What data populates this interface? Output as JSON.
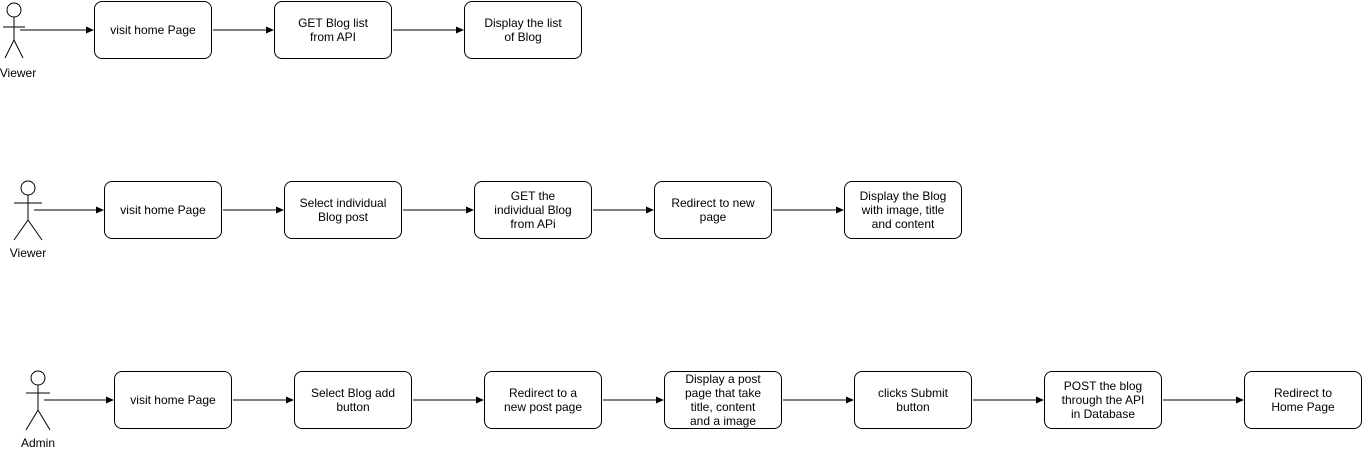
{
  "rows": [
    {
      "actor": "Viewer",
      "steps": [
        "visit home Page",
        "GET Blog list\nfrom API",
        "Display the list\nof  Blog"
      ]
    },
    {
      "actor": "Viewer",
      "steps": [
        "visit home Page",
        "Select individual\nBlog post",
        "GET the\nindividual Blog\nfrom APi",
        "Redirect to new\npage",
        "Display the Blog\nwith image, title\nand content"
      ]
    },
    {
      "actor": "Admin",
      "steps": [
        "visit home Page",
        "Select Blog add\nbutton",
        "Redirect to a\nnew  post page",
        "Display a post\npage that take\ntitle,  content\nand a image",
        "clicks Submit\nbutton",
        "POST the blog\nthrough the API\nin Database",
        "Redirect to\nHome Page"
      ]
    }
  ]
}
